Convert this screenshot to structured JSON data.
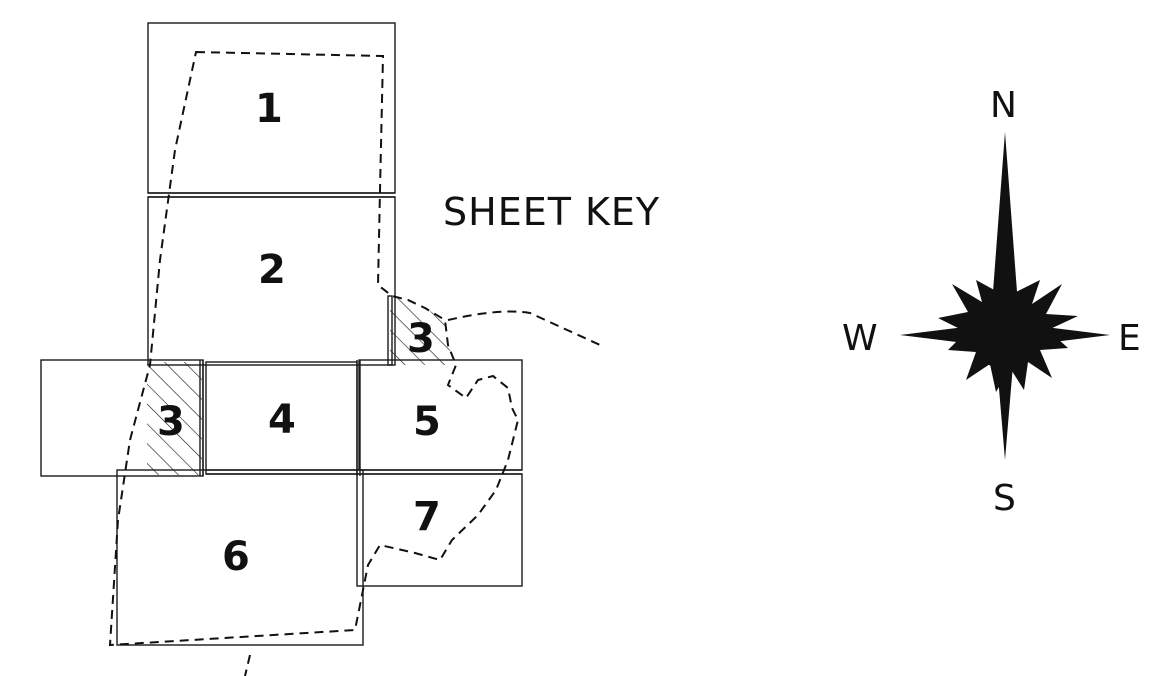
{
  "title": "SHEET KEY",
  "sheets": [
    {
      "id": "1",
      "label": "1"
    },
    {
      "id": "2",
      "label": "2"
    },
    {
      "id": "3-upper",
      "label": "3"
    },
    {
      "id": "3-lower",
      "label": "3"
    },
    {
      "id": "4",
      "label": "4"
    },
    {
      "id": "5",
      "label": "5"
    },
    {
      "id": "6",
      "label": "6"
    },
    {
      "id": "7",
      "label": "7"
    }
  ],
  "compass": {
    "north": "N",
    "south": "S",
    "east": "E",
    "west": "W",
    "icon": "compass-rose-icon"
  },
  "colors": {
    "ink": "#111111",
    "background": "#ffffff"
  }
}
